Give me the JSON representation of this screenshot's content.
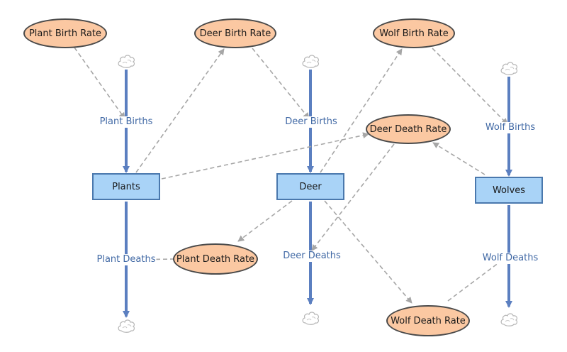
{
  "stocks": {
    "plants": "Plants",
    "deer": "Deer",
    "wolves": "Wolves"
  },
  "variables": {
    "plant_birth_rate": "Plant Birth Rate",
    "deer_birth_rate": "Deer Birth Rate",
    "wolf_birth_rate": "Wolf Birth Rate",
    "deer_death_rate": "Deer Death Rate",
    "plant_death_rate": "Plant Death Rate",
    "wolf_death_rate": "Wolf Death Rate"
  },
  "flows": {
    "plant_births": "Plant Births",
    "deer_births": "Deer Births",
    "wolf_births": "Wolf Births",
    "plant_deaths": "Plant Deaths",
    "deer_deaths": "Deer Deaths",
    "wolf_deaths": "Wolf Deaths"
  },
  "colors": {
    "stock_fill": "#a9d3f7",
    "stock_border": "#4a78ad",
    "variable_fill": "#fbc8a2",
    "flow": "#5b7fc0",
    "link": "#a6a6a6",
    "flow_label": "#4169a5"
  }
}
